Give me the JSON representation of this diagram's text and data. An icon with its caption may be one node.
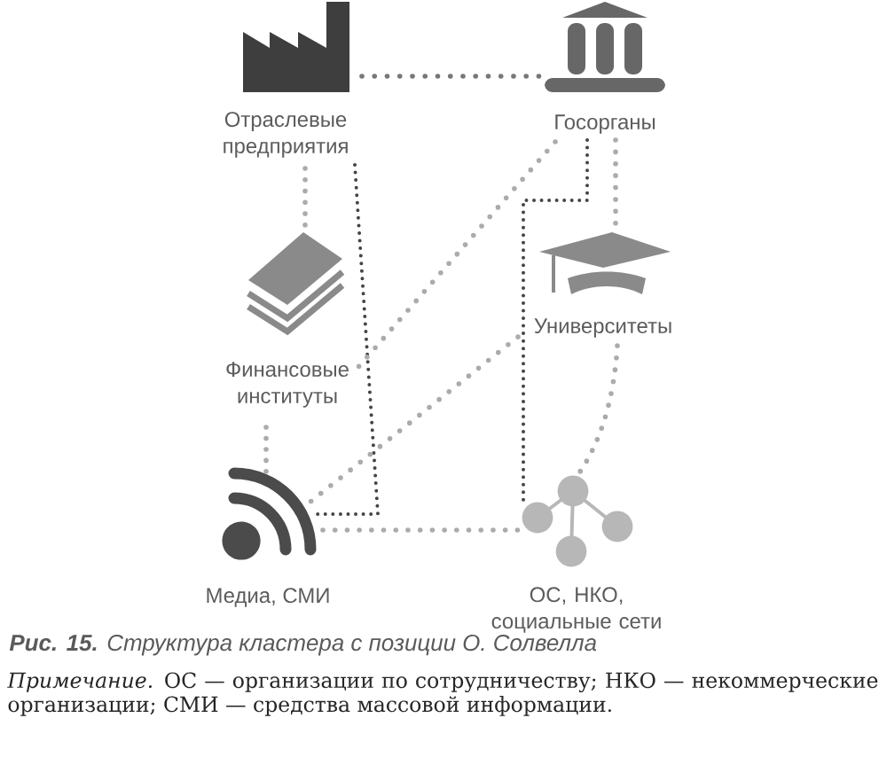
{
  "diagram": {
    "caption": "**Рис. 15.** Структура кластера с позиции О. Солвелла",
    "nodes": [
      {
        "text": [
          "Отраслевые предприятия"
        ]
      },
      {
        "text": [
          "Госорганы"
        ]
      },
      {
        "text": [
          "Финансовые институты"
        ]
      },
      {
        "text": [
          "Университеты"
        ]
      },
      {
        "text": [
          "Медиа, СМИ"
        ]
      },
      {
        "text": [
          "ОС, НКО, социальные сети"
        ]
      }
    ],
    "edges": [
      {
        "from": 0,
        "to": 1,
        "arrow": "none",
        "color": "#777777"
      },
      {
        "from": 0,
        "to": 2,
        "arrow": "none"
      },
      {
        "from": 0,
        "to": 4,
        "arrow": "none",
        "color": "#444444"
      },
      {
        "from": 1,
        "to": 2,
        "arrow": "none"
      },
      {
        "from": 1,
        "to": 5,
        "arrow": "none",
        "color": "#444444"
      },
      {
        "from": 1,
        "to": 3,
        "arrow": "none"
      },
      {
        "from": 3,
        "to": 4,
        "arrow": "none"
      },
      {
        "from": 3,
        "to": 5,
        "arrow": "none"
      },
      {
        "from": 2,
        "to": 4,
        "arrow": "none"
      },
      {
        "from": 4,
        "to": 5,
        "arrow": "none"
      }
    ],
    "labels": [
      "*Примечание.* ОС — организации по сотрудничеству; НКО — некоммерческие организации; СМИ — средства массовой информации."
    ]
  }
}
